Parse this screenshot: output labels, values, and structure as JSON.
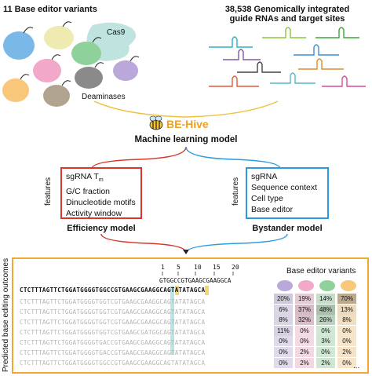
{
  "top_left": {
    "title": "11 Base editor variants",
    "cas9_label": "Cas9",
    "deaminases_label": "Deaminases"
  },
  "top_right": {
    "title_line1": "38,538 Genomically integrated",
    "title_line2": "guide RNAs and target sites"
  },
  "center": {
    "logo_text": "BE-Hive",
    "subtitle": "Machine learning model"
  },
  "efficiency": {
    "side_label": "features",
    "items": [
      "sgRNA Tm",
      "G/C fraction",
      "Dinucleotide motifs",
      "Activity window"
    ],
    "tm_main": "sgRNA T",
    "tm_sub": "m",
    "caption": "Efficiency model",
    "border_color": "#d9372b"
  },
  "bystander": {
    "side_label": "features",
    "items": [
      "sgRNA",
      "Sequence context",
      "Cell type",
      "Base editor"
    ],
    "caption": "Bystander model",
    "border_color": "#2b9be0"
  },
  "bottom": {
    "side_label": "Predicted base editing outcomes",
    "border_color": "#f0a830",
    "positions": [
      "1",
      "5",
      "10",
      "15",
      "20"
    ],
    "protospacer": "GTGGCCGTGAAGCGAAGGCA",
    "reference": "CTCTTTAGTTCTGGATGGGGTGGCCGTGAAGCGAAGGCAGTATATAGCA",
    "outcome_rows": [
      "CTCTTTAGTTCTGGATGGGGTGGTCGTGAAGCGAAGGCAGTATATAGCA",
      "CTCTTTAGTTCTGGATGGGGTGGTCGTGAAGCGAAGGCAGTATATAGCA",
      "CTCTTTAGTTCTGGATGGGGTGGTCGTGAAGCGAAGGCAGTATATAGCA",
      "CTCTTTAGTTCTGGATGGGGTGGTCGTGAAGCGATGGCAGTATATAGCA",
      "CTCTTTAGTTCTGGATGGGGTGACCGTGAAGCGAAGGCAGTATATAGCA",
      "CTCTTTAGTTCTGGATGGGGTGACCGTGAAGCGAAGGCAGTATATAGCA",
      "CTCTTTAGTTCTGGATGGGGTGGCCGTGAAGCGAAGGCAGTATATAGCA"
    ],
    "variants_title": "Base editor variants",
    "table": [
      [
        "20%",
        "19%",
        "14%",
        "70%"
      ],
      [
        "6%",
        "37%",
        "48%",
        "13%"
      ],
      [
        "8%",
        "32%",
        "26%",
        "8%"
      ],
      [
        "11%",
        "0%",
        "0%",
        "0%"
      ],
      [
        "0%",
        "0%",
        "3%",
        "0%"
      ],
      [
        "0%",
        "2%",
        "0%",
        "2%"
      ],
      [
        "0%",
        "2%",
        "2%",
        "0%"
      ]
    ],
    "ellipsis": "..."
  },
  "colors": {
    "blob_blue": "#7ab8e8",
    "blob_yellow": "#eeeab0",
    "blob_green": "#8fd19a",
    "blob_cas9": "#bfe3df",
    "blob_pink": "#f2a8c8",
    "blob_grey": "#8a8a8a",
    "blob_purple": "#b9a8d9",
    "blob_orange": "#f9c77a",
    "blob_taupe": "#b0a48f",
    "accent_yellow": "#f4c430",
    "teal_hl": "#7ecfd6"
  }
}
